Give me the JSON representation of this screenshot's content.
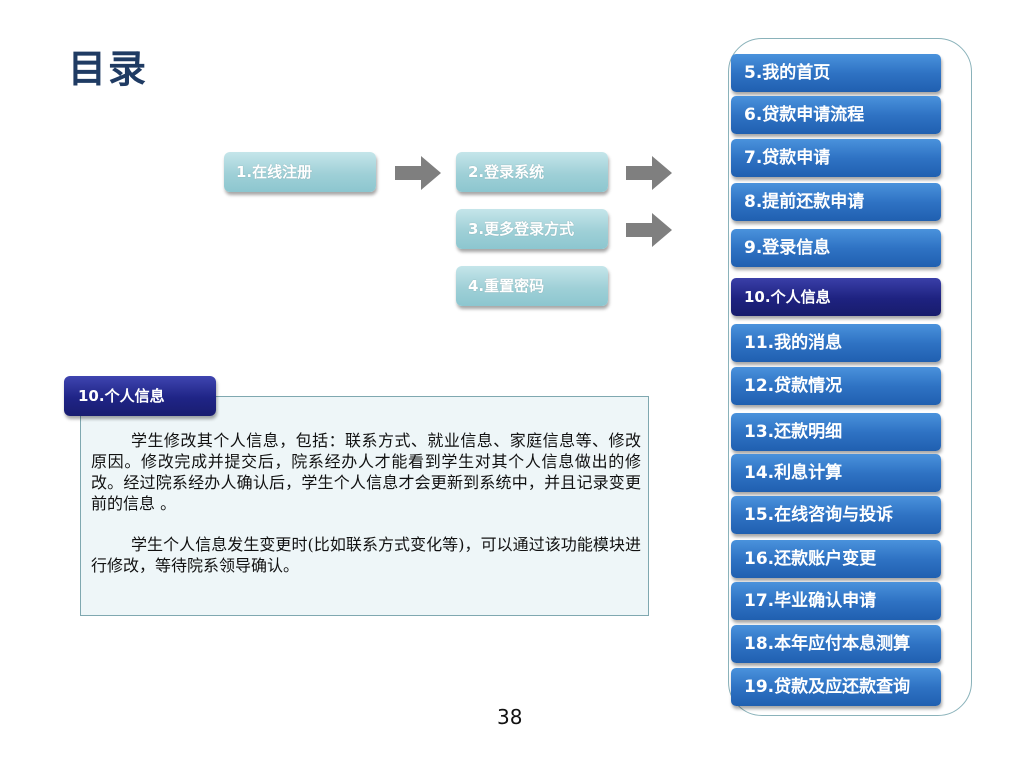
{
  "title": "目录",
  "flow": {
    "register": "1.在线注册",
    "login": "2.登录系统",
    "more_login": "3.更多登录方式",
    "reset_password": "4.重置密码"
  },
  "info": {
    "tab_label": "10.个人信息",
    "paragraph1": "学生修改其个人信息，包括：联系方式、就业信息、家庭信息等、修改原因。修改完成并提交后，院系经办人才能看到学生对其个人信息做出的修改。经过院系经办人确认后，学生个人信息才会更新到系统中，并且记录变更前的信息 。",
    "paragraph2": "学生个人信息发生变更时(比如联系方式变化等)，可以通过该功能模块进行修改，等待院系领导确认。"
  },
  "nav": {
    "items": [
      {
        "label": "5.我的首页"
      },
      {
        "label": "6.贷款申请流程"
      },
      {
        "label": "7.贷款申请"
      },
      {
        "label": "8.提前还款申请"
      },
      {
        "label": "9.登录信息"
      },
      {
        "label": "10.个人信息"
      },
      {
        "label": "11.我的消息"
      },
      {
        "label": "12.贷款情况"
      },
      {
        "label": "13.还款明细"
      },
      {
        "label": "14.利息计算"
      },
      {
        "label": "15.在线咨询与投诉"
      },
      {
        "label": "16.还款账户变更"
      },
      {
        "label": "17.毕业确认申请"
      },
      {
        "label": "18.本年应付本息测算"
      },
      {
        "label": "19.贷款及应还款查询"
      }
    ],
    "active_index": 5
  },
  "page_number": "38",
  "colors": {
    "nav_item": "#2f73c4",
    "nav_active": "#1e2280",
    "flow_box": "#9fd0d7",
    "arrow": "#7f7f7f",
    "title": "#1f3b63"
  }
}
